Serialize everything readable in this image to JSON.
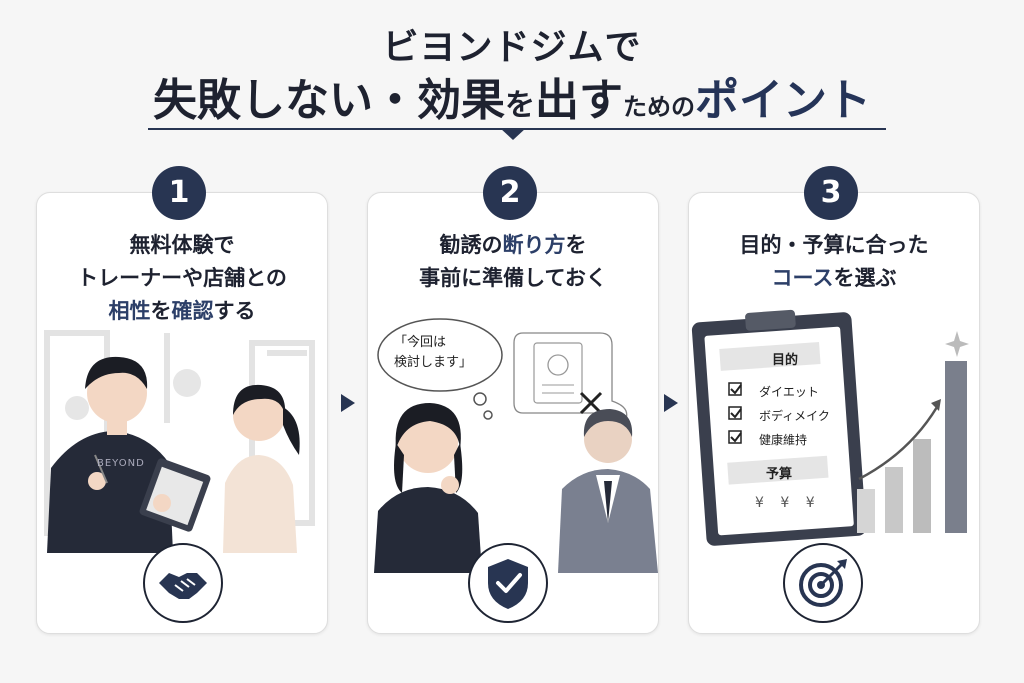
{
  "header": {
    "line1": "ビヨンドジムで",
    "line2_part1": "失敗しない・効果",
    "line2_part2": "を",
    "line2_part3": "出す",
    "line2_part4": "ための",
    "line2_part5": "ポイント"
  },
  "cards": [
    {
      "number": "1",
      "heading_line1": "無料体験で",
      "heading_line2": "トレーナーや店舗との",
      "heading_line3_hl": "相性",
      "heading_line3_mid": "を",
      "heading_line3_hl2": "確認",
      "heading_line3_end": "する",
      "shirt_text": "BEYOND",
      "badge_icon": "handshake-icon"
    },
    {
      "number": "2",
      "heading_line1_a": "勧誘の",
      "heading_line1_hl": "断り方",
      "heading_line1_b": "を",
      "heading_line2": "事前に準備しておく",
      "bubble_line1": "「今回は",
      "bubble_line2": "検討します」",
      "badge_icon": "shield-check-icon"
    },
    {
      "number": "3",
      "heading_line1": "目的・予算に合った",
      "heading_line2_hl": "コース",
      "heading_line2_b": "を選ぶ",
      "clip_title": "目的",
      "clip_items": [
        "ダイエット",
        "ボディメイク",
        "健康維持"
      ],
      "clip_budget": "予算",
      "clip_yen": "¥ ¥ ¥",
      "badge_icon": "target-icon"
    }
  ],
  "colors": {
    "navy": "#283552",
    "accent": "#2c3f68",
    "card": "#ffffff",
    "bg": "#f6f6f6"
  }
}
